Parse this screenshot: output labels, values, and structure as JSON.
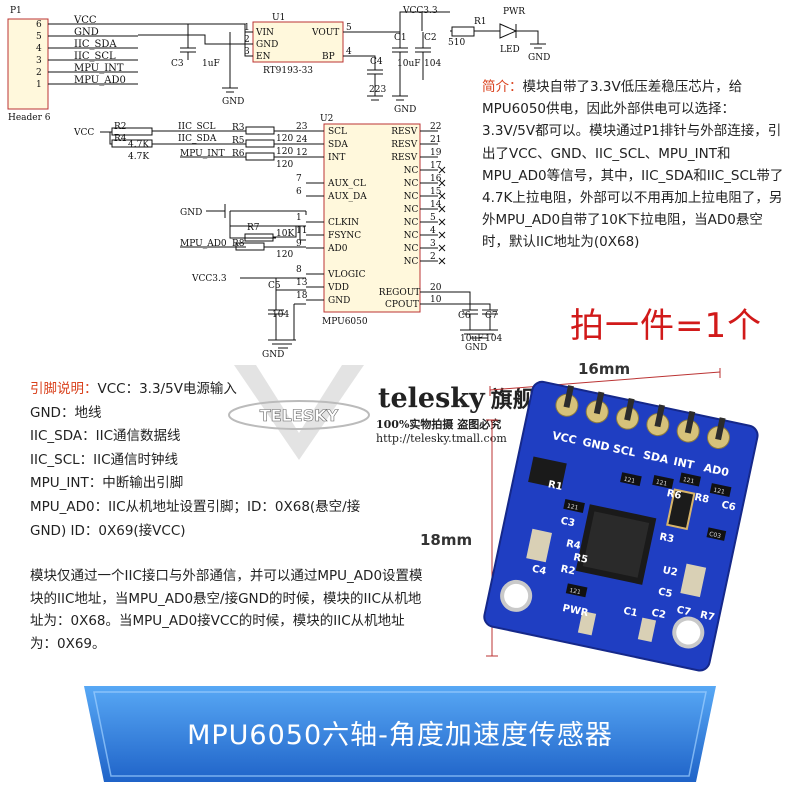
{
  "schematic": {
    "connector": {
      "ref": "P1",
      "name": "Header 6",
      "pin_numbers": [
        "6",
        "5",
        "4",
        "3",
        "2",
        "1"
      ]
    },
    "nets": [
      "VCC",
      "GND",
      "IIC_SDA",
      "IIC_SCL",
      "MPU_INT",
      "MPU_AD0"
    ],
    "regulator": {
      "ref": "U1",
      "part": "RT9193-33",
      "pins": [
        "VIN",
        "VOUT",
        "GND",
        "EN",
        "BP"
      ],
      "pin_numbers": [
        "1",
        "5",
        "2",
        "3",
        "4"
      ]
    },
    "caps_top": {
      "c3": "C3",
      "c3_value": "1uF",
      "c1": "C1",
      "c1_value": "10uF",
      "c2": "C2",
      "c2_value": "104",
      "c4": "C4",
      "c4_value": "223"
    },
    "supply": "VCC3.3",
    "resistor_r1": {
      "ref": "R1",
      "value": "510"
    },
    "led": {
      "label": "PWR",
      "ref": "LED"
    },
    "gnd_label": "GND",
    "vcc_label": "VCC",
    "vcc33_label": "VCC3.3",
    "pullups": [
      {
        "ref": "R2",
        "value": "4.7K",
        "net": "IIC_SCL"
      },
      {
        "ref": "R4",
        "value": "4.7K",
        "net": "IIC_SDA"
      }
    ],
    "series_resistors": [
      {
        "ref": "R3",
        "value": "120",
        "net": "IIC_SCL"
      },
      {
        "ref": "R5",
        "value": "120",
        "net": "IIC_SDA"
      },
      {
        "ref": "R6",
        "value": "120",
        "net": "MPU_INT"
      },
      {
        "ref": "R8",
        "value": "120",
        "net": "MPU_AD0"
      }
    ],
    "r7": {
      "ref": "R7",
      "value": "10K"
    },
    "mpu_ad0_net": "MPU_AD0",
    "chip": {
      "ref": "U2",
      "part": "MPU6050",
      "left_pins": [
        {
          "num": "23",
          "name": "SCL"
        },
        {
          "num": "24",
          "name": "SDA"
        },
        {
          "num": "12",
          "name": "INT"
        },
        {
          "num": "7",
          "name": "AUX_CL"
        },
        {
          "num": "6",
          "name": "AUX_DA"
        },
        {
          "num": "1",
          "name": "CLKIN"
        },
        {
          "num": "11",
          "name": "FSYNC"
        },
        {
          "num": "9",
          "name": "AD0"
        },
        {
          "num": "8",
          "name": "VLOGIC"
        },
        {
          "num": "13",
          "name": "VDD"
        },
        {
          "num": "18",
          "name": "GND"
        }
      ],
      "right_pins": [
        {
          "num": "22",
          "name": "RESV"
        },
        {
          "num": "21",
          "name": "RESV"
        },
        {
          "num": "19",
          "name": "RESV"
        },
        {
          "num": "17",
          "name": "NC"
        },
        {
          "num": "16",
          "name": "NC"
        },
        {
          "num": "15",
          "name": "NC"
        },
        {
          "num": "14",
          "name": "NC"
        },
        {
          "num": "5",
          "name": "NC"
        },
        {
          "num": "4",
          "name": "NC"
        },
        {
          "num": "3",
          "name": "NC"
        },
        {
          "num": "2",
          "name": "NC"
        },
        {
          "num": "20",
          "name": "REGOUT"
        },
        {
          "num": "10",
          "name": "CPOUT"
        }
      ]
    },
    "caps_bottom": {
      "c5": "C5",
      "c5_value": "104",
      "c6": "C6",
      "c6_value": "10uF",
      "c7": "C7",
      "c7_value": "104"
    }
  },
  "intro": {
    "lead": "简介：",
    "text": "模块自带了3.3V低压差稳压芯片，给MPU6050供电，因此外部供电可以选择：3.3V/5V都可以。模块通过P1排针与外部连接，引出了VCC、GND、IIC_SCL、MPU_INT和MPU_AD0等信号，其中，IIC_SDA和IIC_SCL带了4.7K上拉电阻，外部可以不用再加上拉电阻了，另外MPU_AD0自带了10K下拉电阻，当AD0悬空时，默认IIC地址为(0X68)"
  },
  "promo": "拍一件=1个",
  "pin_desc": {
    "lead": "引脚说明：",
    "lines": [
      "VCC：3.3/5V电源输入",
      "GND：地线",
      "IIC_SDA：IIC通信数据线",
      "IIC_SCL：IIC通信时钟线",
      "MPU_INT：中断输出引脚",
      "MPU_AD0：IIC从机地址设置引脚；ID：0X68(悬空/接",
      "GND) ID：0X69(接VCC)"
    ]
  },
  "note": "模块仅通过一个IIC接口与外部通信，并可以通过MPU_AD0设置模块的IIC地址，当MPU_AD0悬空/接GND的时候，模块的IIC从机地址为：0X68。当MPU_AD0接VCC的时候，模块的IIC从机地址为：0X69。",
  "watermark": {
    "brand": "telesky",
    "store": "旗舰店",
    "line2": "100%实物拍摄 盗图必究",
    "url": "http://telesky.tmall.com",
    "logo_text": "TELESKY"
  },
  "dimensions": {
    "width": "16mm",
    "height": "18mm"
  },
  "board_labels": {
    "header": [
      "VCC",
      "GND",
      "SCL",
      "SDA",
      "INT",
      "AD0"
    ],
    "refs": [
      "R8",
      "R6",
      "C6",
      "C3",
      "R4",
      "R5",
      "R2",
      "R3",
      "U2",
      "C7",
      "R1",
      "C4",
      "C5",
      "C1",
      "C2",
      "PWR",
      "R7"
    ],
    "resistor_code": "121",
    "cap_code": "C03"
  },
  "banner": {
    "title": "MPU6050六轴-角度加速度传感器"
  },
  "colors": {
    "accent_red": "#d9401b",
    "pcb_blue": "#1f3ec2",
    "banner_blue": "#2f7fe0",
    "silk": "#ffffff"
  }
}
